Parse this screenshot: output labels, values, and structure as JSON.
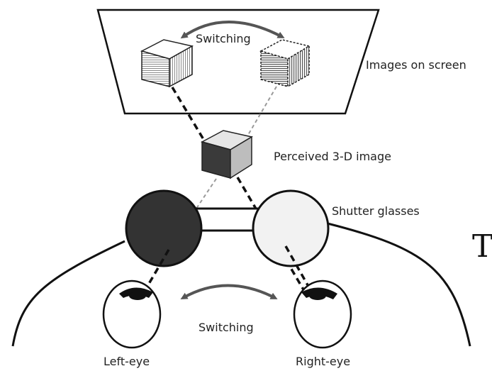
{
  "labels": {
    "switching_top": "Switching",
    "images_on_screen": "Images on screen",
    "perceived_3d": "Perceived 3-D image",
    "shutter_glasses": "Shutter glasses",
    "switching_bottom": "Switching",
    "left_eye": "Left-eye",
    "right_eye": "Right-eye",
    "cut_letter": "T"
  },
  "colors": {
    "line": "#111111",
    "dashed_gray": "#9a9a9a",
    "lens_left": "#333333",
    "lens_right": "#f2f2f2",
    "arrow": "#555555",
    "cube_dark": "#3a3a3a",
    "cube_light": "#e6e6e6",
    "cube_mid": "#bdbdbd"
  }
}
